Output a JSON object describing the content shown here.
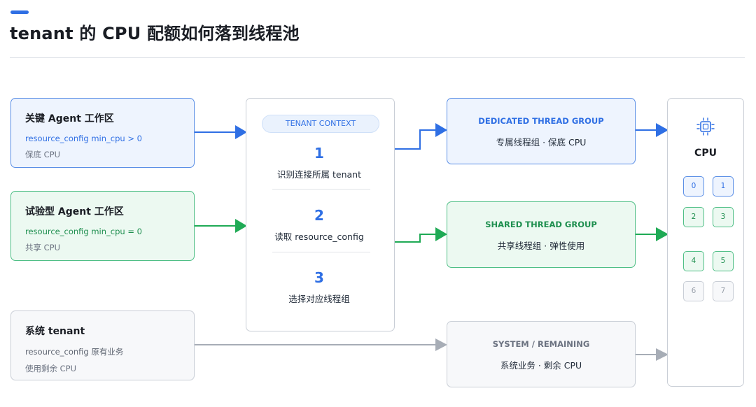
{
  "page": {
    "title": "tenant 的 CPU 配额如何落到线程池"
  },
  "sources": [
    {
      "title": "关键 Agent 工作区",
      "config": "resource_config min_cpu > 0",
      "note": "保底 CPU"
    },
    {
      "title": "试验型 Agent 工作区",
      "config": "resource_config min_cpu = 0",
      "note": "共享 CPU"
    },
    {
      "title": "系统 tenant",
      "config": "resource_config 原有业务",
      "note": "使用剩余 CPU"
    }
  ],
  "context": {
    "label": "TENANT CONTEXT",
    "steps": [
      {
        "num": "1",
        "label": "识别连接所属 tenant"
      },
      {
        "num": "2",
        "label": "读取 resource_config"
      },
      {
        "num": "3",
        "label": "选择对应线程组"
      }
    ]
  },
  "groups": [
    {
      "label": "DEDICATED THREAD GROUP",
      "desc": "专属线程组 · 保底 CPU"
    },
    {
      "label": "SHARED THREAD GROUP",
      "desc": "共享线程组 · 弹性使用"
    },
    {
      "label": "SYSTEM / REMAINING",
      "desc": "系统业务 · 剩余 CPU"
    }
  ],
  "cpu": {
    "title": "CPU",
    "icon": "cpu-chip-icon",
    "cores": [
      {
        "id": "0",
        "pool": "dedicated"
      },
      {
        "id": "1",
        "pool": "dedicated"
      },
      {
        "id": "2",
        "pool": "shared"
      },
      {
        "id": "3",
        "pool": "shared"
      },
      {
        "id": "4",
        "pool": "shared"
      },
      {
        "id": "5",
        "pool": "shared"
      },
      {
        "id": "6",
        "pool": "remaining"
      },
      {
        "id": "7",
        "pool": "remaining"
      }
    ]
  },
  "colors": {
    "dedicated": "#2f6fe4",
    "shared": "#1faa55",
    "remaining": "#a7adb6"
  }
}
